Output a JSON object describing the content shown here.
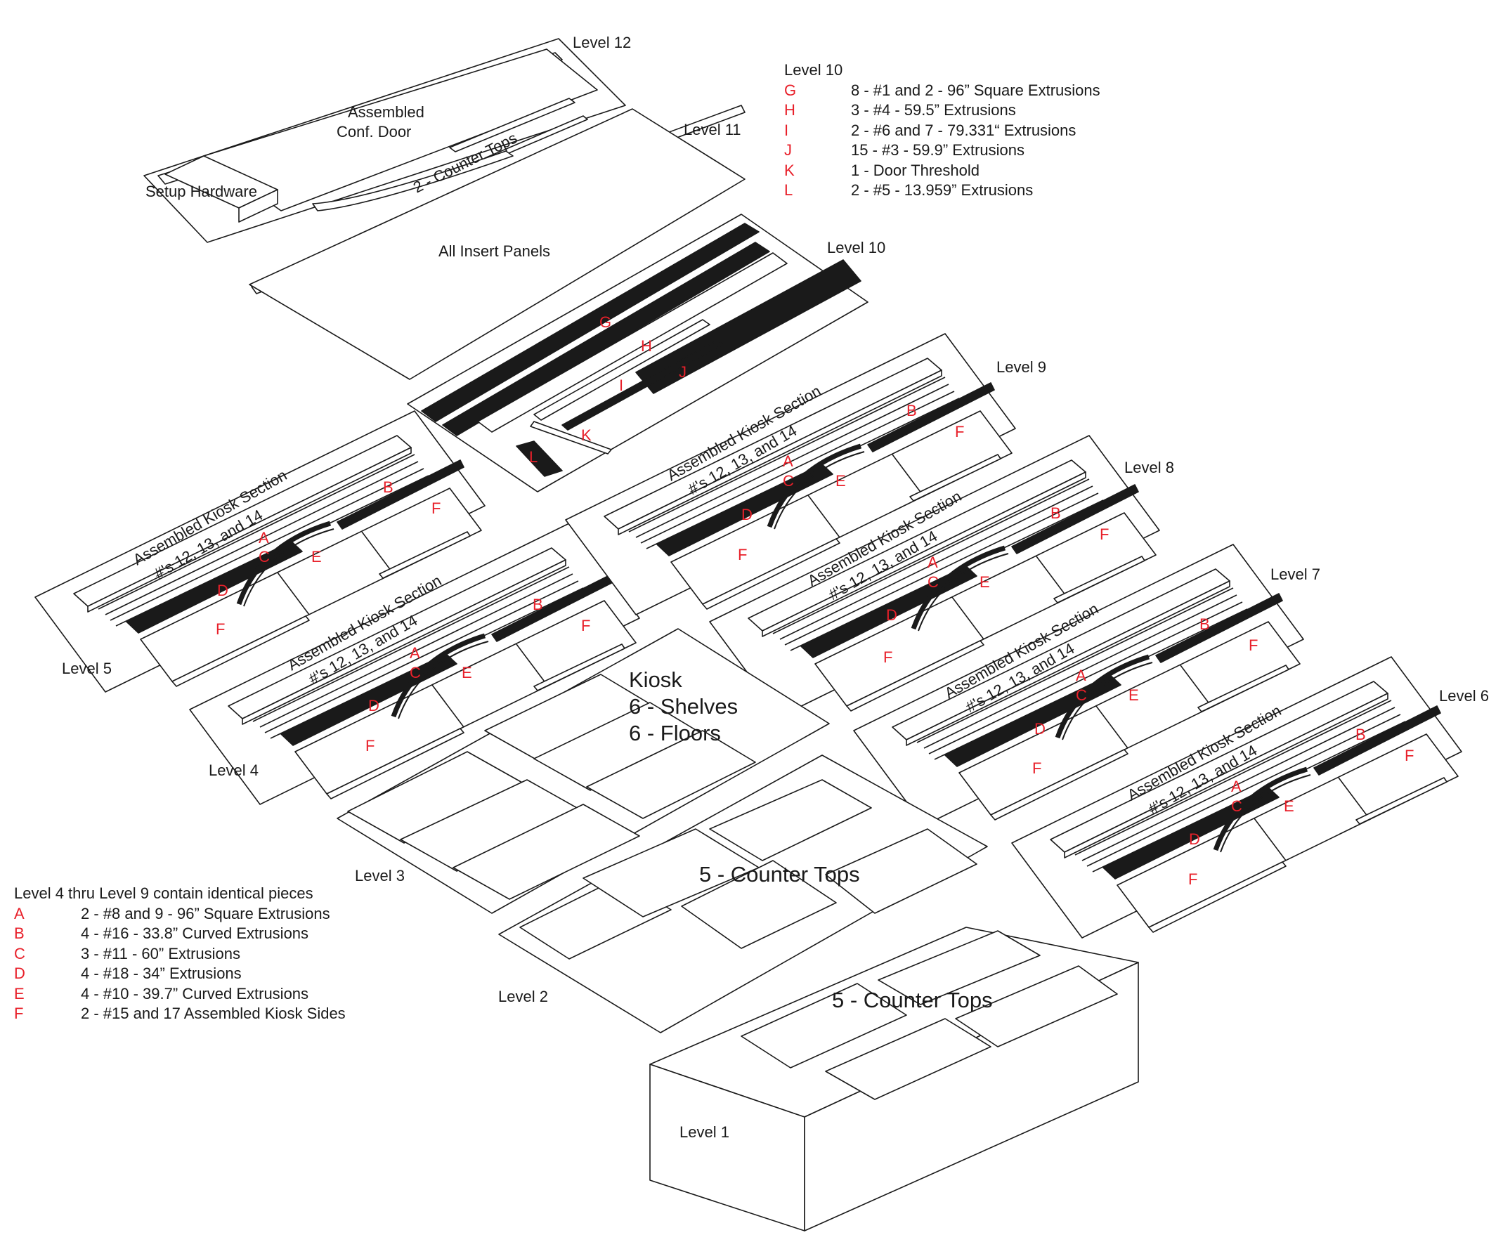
{
  "diagram": {
    "levels": {
      "l1": "Level 1",
      "l2": "Level 2",
      "l3": "Level 3",
      "l4": "Level 4",
      "l5": "Level 5",
      "l6": "Level 6",
      "l7": "Level 7",
      "l8": "Level 8",
      "l9": "Level 9",
      "l10": "Level 10",
      "l11": "Level 11",
      "l12": "Level 12"
    },
    "captions": {
      "assembled_conf_door_1": "Assembled",
      "assembled_conf_door_2": "Conf. Door",
      "counter_tops_2": "2 - Counter Tops",
      "setup_hardware": "Setup Hardware",
      "all_insert_panels": "All Insert Panels",
      "kiosk_section_1": "Assembled Kiosk Section",
      "kiosk_section_2": "#'s 12, 13, and 14",
      "kiosk_1": "Kiosk",
      "kiosk_2": "6 - Shelves",
      "kiosk_3": "6 - Floors",
      "counter_tops_5": "5 - Counter Tops"
    },
    "part_letters": [
      "A",
      "B",
      "C",
      "D",
      "E",
      "F",
      "G",
      "H",
      "I",
      "J",
      "K",
      "L"
    ],
    "colors": {
      "line": "#1a1a1a",
      "accent": "#e8202a",
      "background": "#ffffff"
    }
  },
  "legend_level10": {
    "title": "Level 10",
    "rows": [
      {
        "code": "G",
        "desc": "8 - #1 and 2 - 96” Square Extrusions"
      },
      {
        "code": "H",
        "desc": "3 - #4 - 59.5” Extrusions"
      },
      {
        "code": "I",
        "desc": "2 - #6 and 7 - 79.331“ Extrusions"
      },
      {
        "code": "J",
        "desc": "15 - #3 - 59.9” Extrusions"
      },
      {
        "code": "K",
        "desc": "1 - Door Threshold"
      },
      {
        "code": "L",
        "desc": "2 - #5 - 13.959” Extrusions"
      }
    ]
  },
  "legend_levels_4_9": {
    "title": "Level 4 thru Level 9 contain identical pieces",
    "rows": [
      {
        "code": "A",
        "desc": "2 - #8 and 9 - 96” Square Extrusions"
      },
      {
        "code": "B",
        "desc": "4 - #16 - 33.8” Curved Extrusions"
      },
      {
        "code": "C",
        "desc": "3 - #11 - 60” Extrusions"
      },
      {
        "code": "D",
        "desc": "4 - #18 - 34” Extrusions"
      },
      {
        "code": "E",
        "desc": "4 - #10 - 39.7” Curved Extrusions"
      },
      {
        "code": "F",
        "desc": "2 - #15 and 17 Assembled Kiosk Sides"
      }
    ]
  }
}
